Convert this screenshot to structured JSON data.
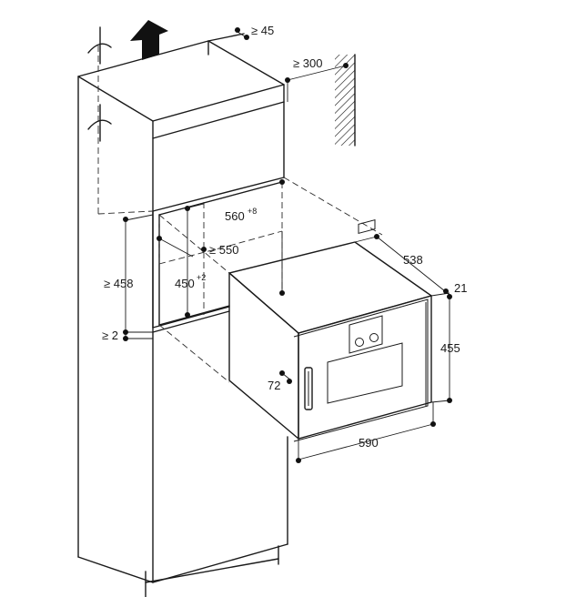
{
  "dimensions": {
    "top_clearance": "≥ 45",
    "wall_distance": "≥ 300",
    "niche_width": "560",
    "niche_width_tol": "+8",
    "niche_depth": "≥ 550",
    "niche_height": "≥ 458",
    "inner_height": "450",
    "inner_height_tol": "+2",
    "bottom_gap": "≥ 2",
    "appliance_depth": "538",
    "front_offset": "21",
    "appliance_height": "455",
    "handle_offset": "72",
    "appliance_width": "590"
  },
  "colors": {
    "line": "#1a1a1a",
    "background": "#ffffff"
  },
  "icons": {
    "airflow": "up-arrow-icon",
    "wall": "hatched-wall-icon"
  }
}
